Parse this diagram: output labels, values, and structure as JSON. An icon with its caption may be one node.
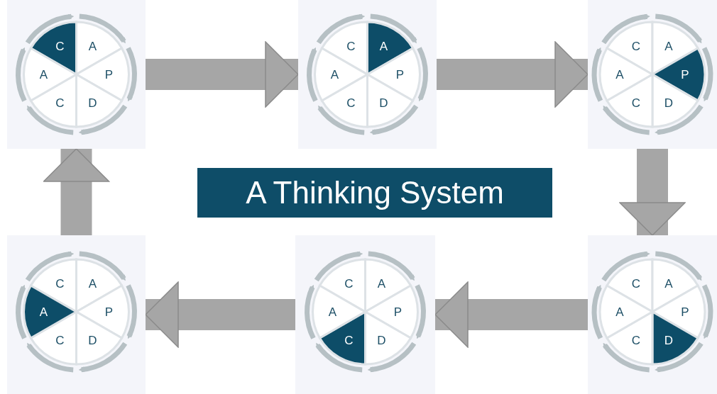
{
  "diagram": {
    "title": "A Thinking System",
    "nodes": [
      {
        "text": [],
        "shape": "circle"
      },
      {
        "text": [
          "C"
        ],
        "in": 0
      },
      {
        "text": [
          "A"
        ],
        "in": 0
      },
      {
        "text": [
          "P"
        ],
        "in": 0
      },
      {
        "text": [
          "D"
        ],
        "in": 0
      },
      {
        "text": [
          "C"
        ],
        "in": 0
      },
      {
        "text": [
          "A"
        ],
        "in": 0
      },
      {
        "text": [],
        "shape": "circle"
      },
      {
        "text": [
          "C"
        ],
        "in": 7
      },
      {
        "text": [
          "A"
        ],
        "in": 7
      },
      {
        "text": [
          "P"
        ],
        "in": 7
      },
      {
        "text": [
          "D"
        ],
        "in": 7
      },
      {
        "text": [
          "C"
        ],
        "in": 7
      },
      {
        "text": [
          "A"
        ],
        "in": 7
      },
      {
        "text": [],
        "shape": "circle"
      },
      {
        "text": [
          "C"
        ],
        "in": 14
      },
      {
        "text": [
          "A"
        ],
        "in": 14
      },
      {
        "text": [
          "P"
        ],
        "in": 14
      },
      {
        "text": [
          "D"
        ],
        "in": 14
      },
      {
        "text": [
          "C"
        ],
        "in": 14
      },
      {
        "text": [
          "A"
        ],
        "in": 14
      },
      {
        "text": [],
        "shape": "circle"
      },
      {
        "text": [
          "C"
        ],
        "in": 21
      },
      {
        "text": [
          "A"
        ],
        "in": 21
      },
      {
        "text": [
          "P"
        ],
        "in": 21
      },
      {
        "text": [
          "D"
        ],
        "in": 21
      },
      {
        "text": [
          "C"
        ],
        "in": 21
      },
      {
        "text": [
          "A"
        ],
        "in": 21
      },
      {
        "text": [],
        "shape": "circle"
      },
      {
        "text": [
          "C"
        ],
        "in": 28
      },
      {
        "text": [
          "A"
        ],
        "in": 28
      },
      {
        "text": [
          "P"
        ],
        "in": 28
      },
      {
        "text": [
          "D"
        ],
        "in": 28
      },
      {
        "text": [
          "C"
        ],
        "in": 28
      },
      {
        "text": [
          "A"
        ],
        "in": 28
      },
      {
        "text": [],
        "shape": "circle"
      },
      {
        "text": [
          "C"
        ],
        "in": 35
      },
      {
        "text": [
          "A"
        ],
        "in": 35
      },
      {
        "text": [
          "P"
        ],
        "in": 35
      },
      {
        "text": [
          "D"
        ],
        "in": 35
      },
      {
        "text": [
          "C"
        ],
        "in": 35
      },
      {
        "text": [
          "A"
        ],
        "in": 35
      }
    ],
    "edges": [
      {
        "from": 0,
        "to": 7,
        "arrow": "to"
      },
      {
        "from": 7,
        "to": 14,
        "arrow": "to"
      },
      {
        "from": 14,
        "to": 35,
        "arrow": "to"
      },
      {
        "from": 35,
        "to": 28,
        "arrow": "to"
      },
      {
        "from": 28,
        "to": 21,
        "arrow": "to"
      },
      {
        "from": 21,
        "to": 0,
        "arrow": "to"
      }
    ]
  }
}
